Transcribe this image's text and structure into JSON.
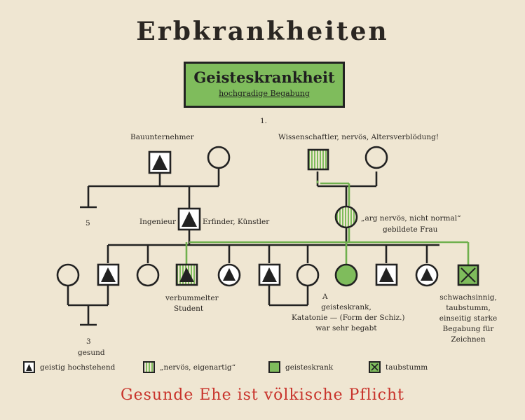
{
  "title": "Erbkrankheiten",
  "box": {
    "heading": "Geisteskrankheit",
    "subheading": "hochgradige Begabung"
  },
  "generation_number": "1.",
  "labels": {
    "bauunternehmer": "Bauunternehmer",
    "wissenschaftler": "Wissenschaftler, nervös, Altersverblödung!",
    "count_5": "5",
    "ingenieur": "Ingenieur",
    "erfinder": "Erfinder, Künstler",
    "arg_nervoes": "„arg nervös, nicht normal“",
    "gebildete_frau": "gebildete Frau",
    "verbummelter_1": "verbummelter",
    "verbummelter_2": "Student",
    "a_marker": "A",
    "geisteskrank_1": "geisteskrank,",
    "geisteskrank_2": "Katatonie — (Form der Schiz.)",
    "geisteskrank_3": "war sehr begabt",
    "schwach_1": "schwachsinnig,",
    "schwach_2": "taubstumm,",
    "schwach_3": "einseitig starke",
    "schwach_4": "Begabung für",
    "schwach_5": "Zeichnen",
    "count_3": "3",
    "gesund": "gesund"
  },
  "legend": [
    {
      "symbol": "hochstehend",
      "label": "geistig hochstehend"
    },
    {
      "symbol": "nervoes",
      "label": "„nervös, eigenartig“"
    },
    {
      "symbol": "geisteskrank",
      "label": "geisteskrank"
    },
    {
      "symbol": "taubstumm",
      "label": "taubstumm"
    }
  ],
  "footer": "Gesunde Ehe ist völkische Pflicht",
  "colors": {
    "green": "#7fbc5c",
    "green_line": "#6fb04d",
    "ink": "#222222",
    "footer_red": "#c8332b",
    "paper": "#efe6d2"
  }
}
